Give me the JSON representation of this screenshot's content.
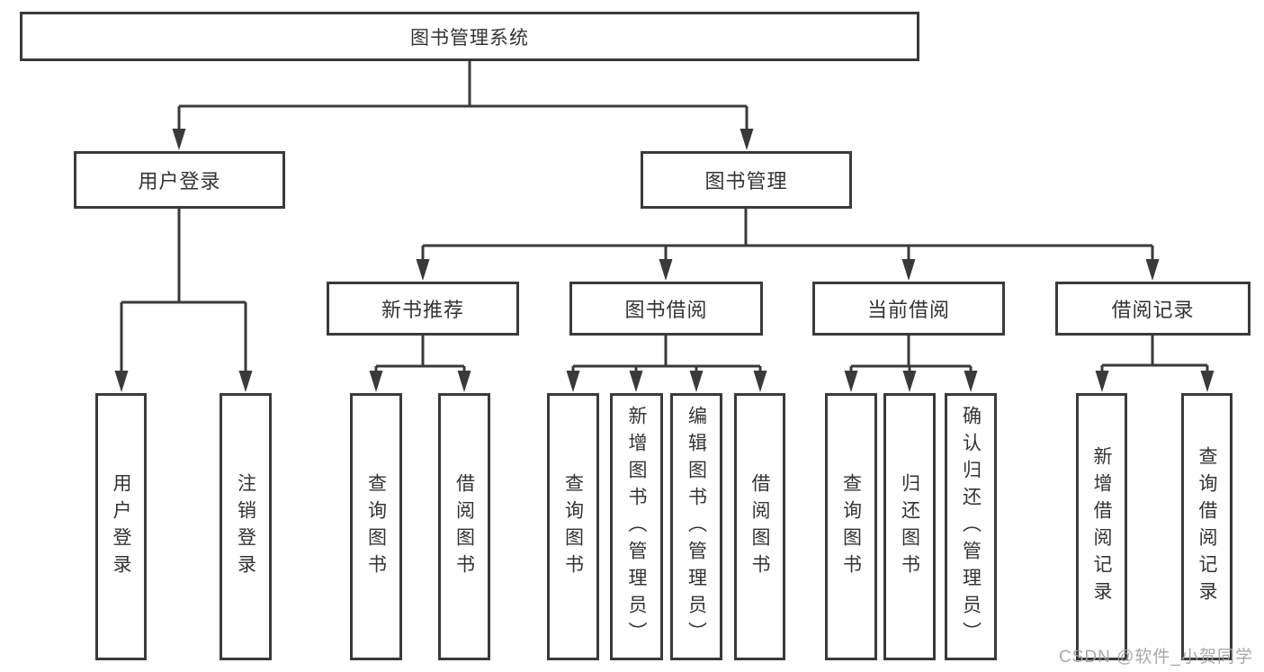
{
  "diagram": {
    "root": {
      "label": "图书管理系统"
    },
    "level2": [
      {
        "label": "用户登录"
      },
      {
        "label": "图书管理"
      }
    ],
    "level3": [
      {
        "label": "新书推荐"
      },
      {
        "label": "图书借阅"
      },
      {
        "label": "当前借阅"
      },
      {
        "label": "借阅记录"
      }
    ],
    "leaves": [
      {
        "label": "用户登录",
        "parent": "用户登录"
      },
      {
        "label": "注销登录",
        "parent": "用户登录"
      },
      {
        "label": "查询图书",
        "parent": "新书推荐"
      },
      {
        "label": "借阅图书",
        "parent": "新书推荐"
      },
      {
        "label": "查询图书",
        "parent": "图书借阅"
      },
      {
        "label": "新增图书（管理员）",
        "parent": "图书借阅"
      },
      {
        "label": "编辑图书（管理员）",
        "parent": "图书借阅"
      },
      {
        "label": "借阅图书",
        "parent": "图书借阅"
      },
      {
        "label": "查询图书",
        "parent": "当前借阅"
      },
      {
        "label": "归还图书",
        "parent": "当前借阅"
      },
      {
        "label": "确认归还（管理员）",
        "parent": "当前借阅"
      },
      {
        "label": "新增借阅记录",
        "parent": "借阅记录"
      },
      {
        "label": "查询借阅记录",
        "parent": "借阅记录"
      }
    ]
  },
  "watermark": {
    "text": "CSDN @软件_小贺同学"
  },
  "colors": {
    "line": "#3a3a3a",
    "box_border": "#3a3a3a",
    "text": "#333333",
    "watermark": "#9e9e9e",
    "background": "#ffffff"
  }
}
